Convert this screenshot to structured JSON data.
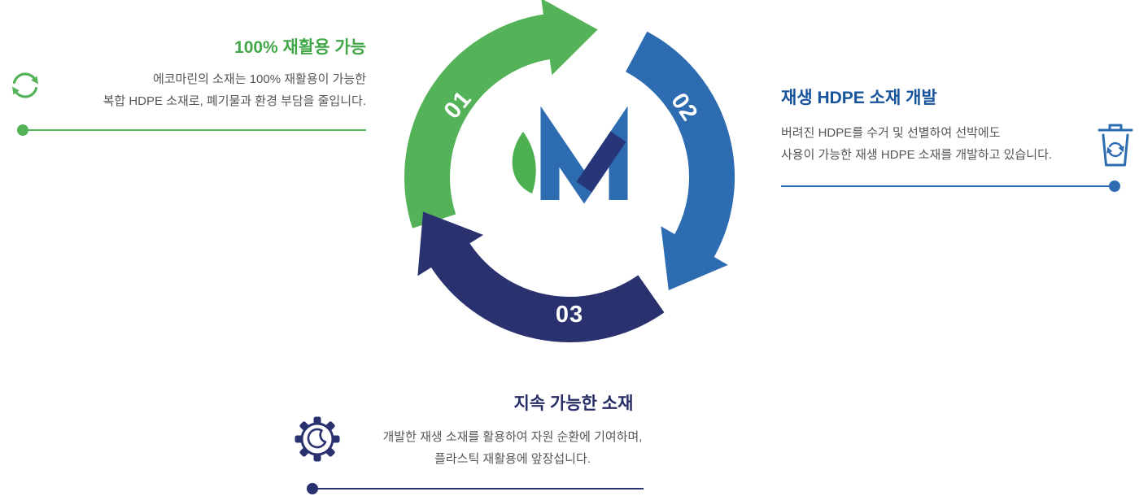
{
  "app": {
    "name": "recycle-process-infographic"
  },
  "steps": {
    "step1": {
      "number": "01",
      "title": "100% 재활용 가능",
      "desc1": "에코마린의 소재는 100% 재활용이 가능한",
      "desc2": "복합 HDPE 소재로, 폐기물과 환경 부담을 줄입니다.",
      "icon": "recycle-arrows-icon",
      "color": "#54B358",
      "title_color": "#42A748"
    },
    "step2": {
      "number": "02",
      "title": "재생 HDPE 소재 개발",
      "desc1": "버려진 HDPE를 수거 및 선별하여 선박에도",
      "desc2": "사용이 가능한 재생 HDPE 소재를 개발하고 있습니다.",
      "icon": "trash-recycle-icon",
      "color": "#2E6CB2",
      "title_color": "#17549B"
    },
    "step3": {
      "number": "03",
      "title": "지속 가능한 소재",
      "desc1": "개발한 재생 소재를 활용하여 자원 순환에 기여하며,",
      "desc2": "플라스틱 재활용에 앞장섭니다.",
      "icon": "gear-leaf-icon",
      "color": "#2A316F",
      "title_color": "#272D66"
    }
  },
  "cycle": {
    "center_logo": "ecomarine-logo-mark",
    "arrow_colors": {
      "step1": "#54B358",
      "step2": "#2E6CB2",
      "step3": "#2A316F"
    }
  }
}
